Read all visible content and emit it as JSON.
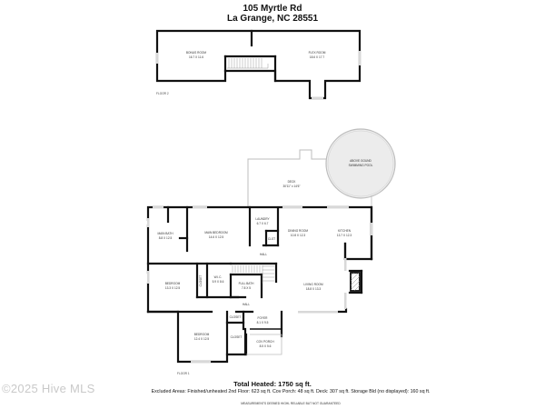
{
  "header": {
    "address_line1": "105 Myrtle Rd",
    "address_line2": "La Grange, NC 28551"
  },
  "floor2": {
    "label": "FLOOR 2",
    "rooms": [
      {
        "name": "BONUS ROOM",
        "dims": "16.7 X 11.6"
      },
      {
        "name": "FLEX ROOM",
        "dims": "18.6 X 17.7"
      }
    ]
  },
  "outdoor": {
    "deck": {
      "name": "DECK",
      "dims": "30'11\" x 14'6\""
    },
    "pool": {
      "name_line1": "ABOVE GOUND",
      "name_line2": "SWIMMING POOL"
    }
  },
  "floor1": {
    "label": "FLOOR 1",
    "rooms": {
      "main_bath": {
        "name": "MAIN BATH",
        "dims": "8.8 X 12.5"
      },
      "main_bedroom": {
        "name": "MAIN BEDROOM",
        "dims": "14.6 X 12.5"
      },
      "laundry": {
        "name": "LAUNDRY",
        "dims": "6.7 X 6.7"
      },
      "clst": {
        "name": "CLST"
      },
      "dining_room": {
        "name": "DINING ROOM",
        "dims": "10.8 X 12.3"
      },
      "kitchen": {
        "name": "KITCHEN",
        "dims": "13.7 X 12.3"
      },
      "hall_top": {
        "name": "HALL"
      },
      "bedroom_left": {
        "name": "BEDROOM",
        "dims": "13.3 X 12.5"
      },
      "closet_vert": {
        "name": "CLOSET"
      },
      "wic": {
        "name": "W.I.C.",
        "dims": "5.9 X 8.6"
      },
      "full_bath": {
        "name": "FULL BATH",
        "dims": "7.8 X 5"
      },
      "living_room": {
        "name": "LIVING ROOM",
        "dims": "18.8 X 13.3"
      },
      "hall_bottom": {
        "name": "HALL"
      },
      "closet_small": {
        "name": "CLOSET"
      },
      "foyer": {
        "name": "FOYER",
        "dims": "8.1 X 9.5"
      },
      "bedroom_bottom": {
        "name": "BEDROOM",
        "dims": "12.4 X 12.5"
      },
      "closet_lower": {
        "name": "CLOSET"
      },
      "cov_porch": {
        "name": "COV PORCH",
        "dims": "8.5 X 5.6"
      }
    }
  },
  "footer": {
    "total_heated": "Total Heated: 1750 sq ft.",
    "excluded_areas": "Excluded Areas: Finished/unheated 2nd Floor: 623 sq ft. Cov Porch: 48 sq ft. Deck: 307 sq ft. Storage Bld (no displayed): 160 sq ft.",
    "disclaimer": "MEASUREMENTS DEEMED HIGHL RELIABLE BUT NOT GUARANTEED"
  },
  "watermark": "©2025 Hive MLS",
  "colors": {
    "wall": "#111111",
    "window": "#d8d8d8",
    "pool_fill": "#ececec",
    "pool_stroke": "#bdbdbd",
    "deck_line": "#bdbdbd",
    "watermark": "#c9c9c9"
  }
}
